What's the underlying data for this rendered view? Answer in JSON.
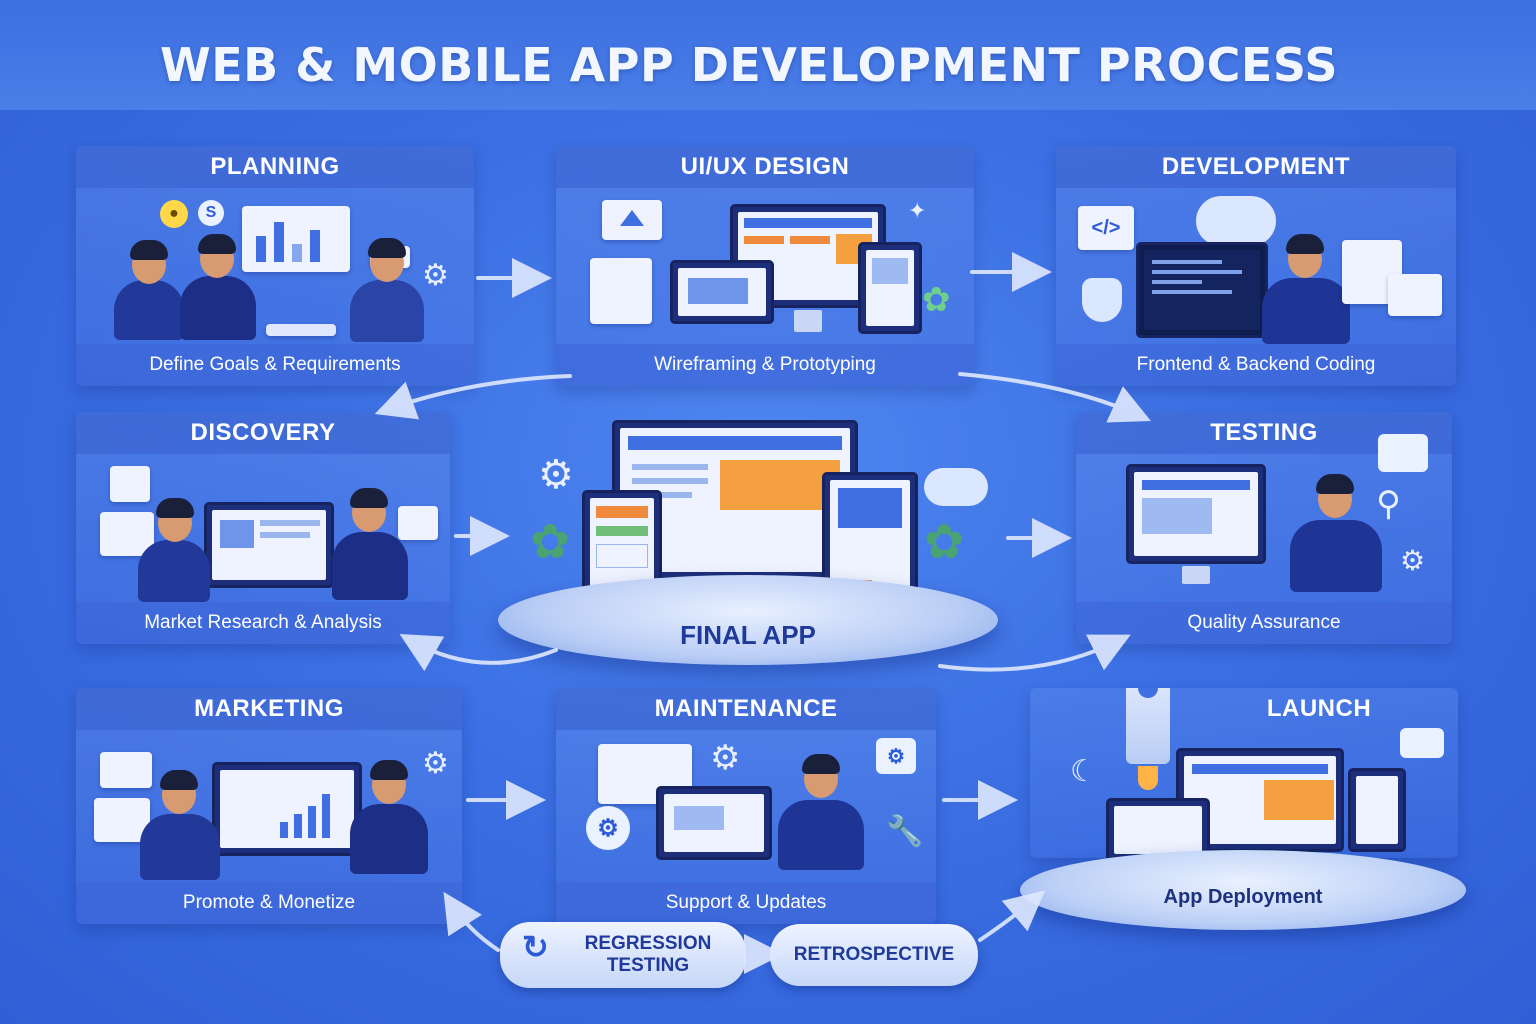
{
  "title": "WEB & MOBILE APP DEVELOPMENT PROCESS",
  "stages": {
    "planning": {
      "heading": "PLANNING",
      "caption": "Define Goals & Requirements"
    },
    "design": {
      "heading": "UI/UX DESIGN",
      "caption": "Wireframing & Prototyping"
    },
    "development": {
      "heading": "DEVELOPMENT",
      "caption": "Frontend & Backend Coding"
    },
    "discovery": {
      "heading": "DISCOVERY",
      "caption": "Market Research & Analysis"
    },
    "testing": {
      "heading": "TESTING",
      "caption": "Quality Assurance"
    },
    "marketing": {
      "heading": "MARKETING",
      "caption": "Promote & Monetize"
    },
    "maintenance": {
      "heading": "MAINTENANCE",
      "caption": "Support & Updates"
    },
    "launch": {
      "heading": "LAUNCH",
      "caption": "App Deployment"
    }
  },
  "center": {
    "label": "FINAL APP"
  },
  "loop": {
    "regression": "REGRESSION\nTESTING",
    "retrospective": "RETROSPECTIVE"
  },
  "icons": {
    "code": "</>",
    "dollar": "S",
    "gear": "gear-icon",
    "search": "magnifier-icon"
  },
  "colors": {
    "background": "#3b6fe3",
    "panel_header": "#375fcd",
    "stage_text": "#1f3a9a"
  }
}
